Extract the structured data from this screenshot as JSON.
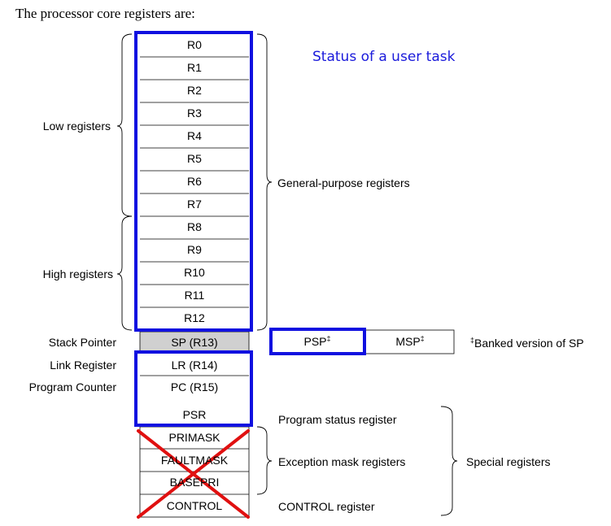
{
  "heading": "The processor core registers are:",
  "annotation": "Status of a user task",
  "general_registers": [
    "R0",
    "R1",
    "R2",
    "R3",
    "R4",
    "R5",
    "R6",
    "R7",
    "R8",
    "R9",
    "R10",
    "R11",
    "R12"
  ],
  "named_registers": {
    "sp": "SP (R13)",
    "lr": "LR (R14)",
    "pc": "PC (R15)",
    "psr": "PSR"
  },
  "mask_registers": [
    "PRIMASK",
    "FAULTMASK",
    "BASEPRI",
    "CONTROL"
  ],
  "banked": {
    "psp": "PSP",
    "msp": "MSP",
    "mark": "‡",
    "note": "Banked version of SP"
  },
  "left_labels": {
    "low": "Low registers",
    "high": "High registers",
    "sp": "Stack Pointer",
    "lr": "Link Register",
    "pc": "Program Counter"
  },
  "right_labels": {
    "general": "General-purpose registers",
    "program_status": "Program status register",
    "exception_mask": "Exception mask registers",
    "control": "CONTROL register",
    "special": "Special registers"
  },
  "colors": {
    "highlight": "#1010e0",
    "cross": "#e01010",
    "sp_fill": "#c8c8c8"
  }
}
